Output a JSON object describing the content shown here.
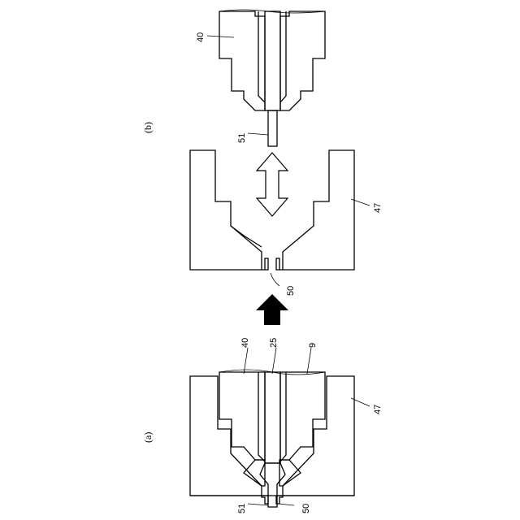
{
  "figure": {
    "panel_a": {
      "caption": "(a)",
      "labels": {
        "upper_mold": "40",
        "conductor": "25",
        "insulator": "9",
        "lower_mold": "47",
        "tip": "51",
        "cavity": "50"
      }
    },
    "panel_b": {
      "caption": "(b)",
      "labels": {
        "upper_mold": "40",
        "tip": "51",
        "lower_mold": "47",
        "cavity": "50"
      }
    },
    "transition": {
      "arrow": "filled-arrow-up"
    },
    "motion": {
      "arrow": "double-headed-vertical-arrow"
    }
  }
}
